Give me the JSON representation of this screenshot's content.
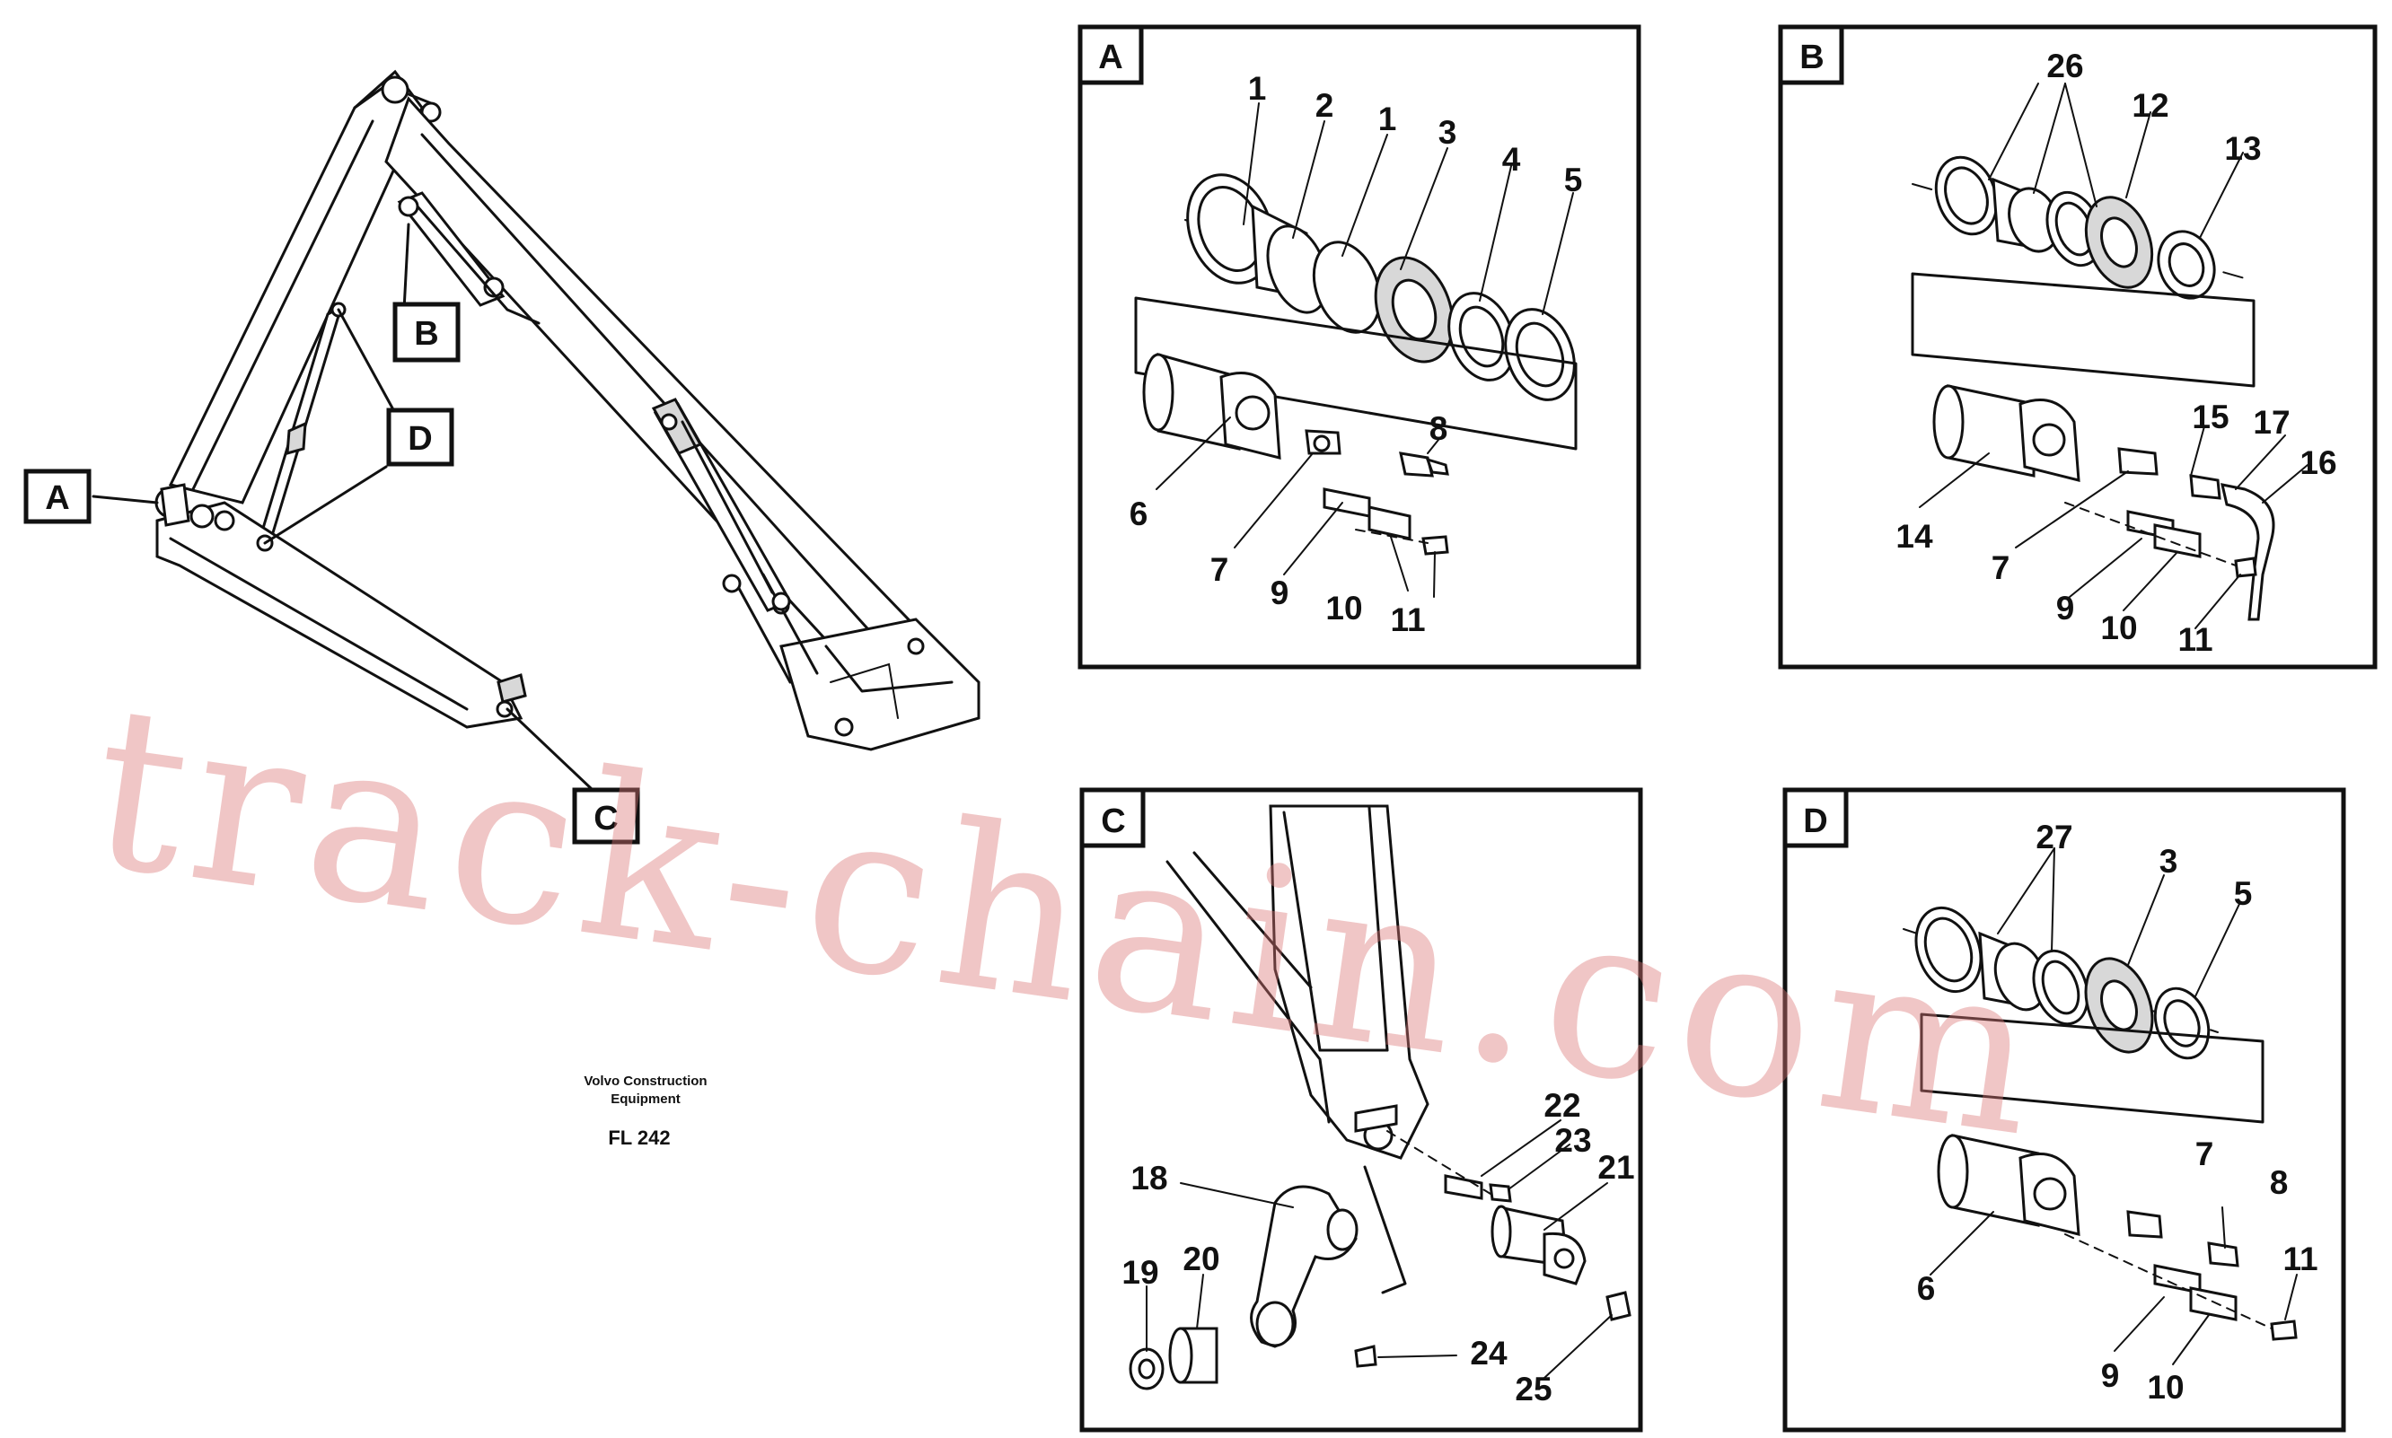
{
  "overview": {
    "labels": {
      "a": "A",
      "b": "B",
      "c": "C",
      "d": "D"
    },
    "caption_line1": "Volvo Construction",
    "caption_line2": "Equipment",
    "drawing_code": "FL 242"
  },
  "panels": {
    "a": {
      "tag": "A",
      "callouts": [
        "1",
        "2",
        "1",
        "3",
        "4",
        "5",
        "6",
        "7",
        "8",
        "9",
        "10",
        "11"
      ]
    },
    "b": {
      "tag": "B",
      "callouts": [
        "26",
        "12",
        "13",
        "14",
        "7",
        "15",
        "17",
        "16",
        "9",
        "10",
        "11"
      ]
    },
    "c": {
      "tag": "C",
      "callouts": [
        "22",
        "23",
        "21",
        "18",
        "19",
        "20",
        "24",
        "25"
      ]
    },
    "d": {
      "tag": "D",
      "callouts": [
        "27",
        "3",
        "5",
        "6",
        "7",
        "8",
        "11",
        "9",
        "10"
      ]
    }
  },
  "watermark": "track-chain.com"
}
